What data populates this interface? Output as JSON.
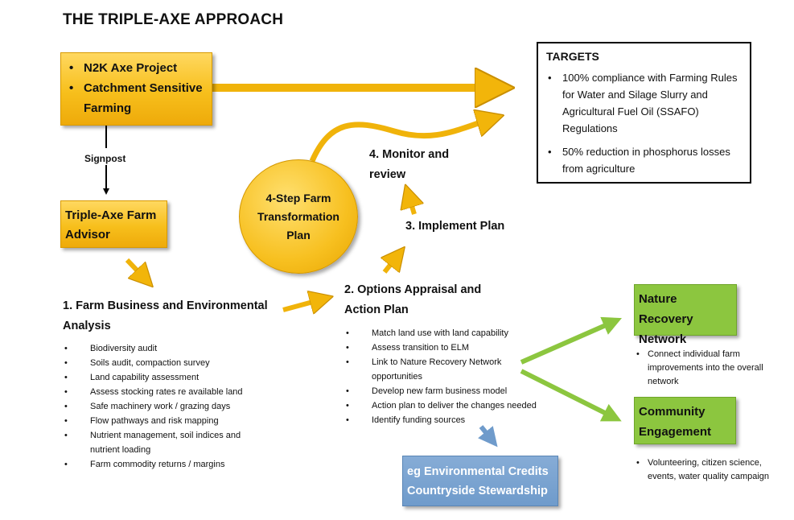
{
  "title": "THE TRIPLE-AXE APPROACH",
  "n2k": {
    "items": [
      "N2K Axe Project",
      "Catchment Sensitive Farming"
    ]
  },
  "signpost": "Signpost",
  "advisor": "Triple-Axe Farm Advisor",
  "targets": {
    "title": "TARGETS",
    "items": [
      "100% compliance with Farming Rules for Water and Silage Slurry and Agricultural Fuel Oil (SSAFO) Regulations",
      "50% reduction in phosphorus losses from agriculture"
    ]
  },
  "circle": "4-Step Farm Transformation Plan",
  "step1": {
    "title": "1. Farm Business and Environmental Analysis",
    "items": [
      "Biodiversity audit",
      "Soils audit, compaction survey",
      "Land capability assessment",
      "Assess stocking rates re available land",
      "Safe machinery work / grazing days",
      "Flow pathways and risk mapping",
      "Nutrient management, soil indices and nutrient loading",
      "Farm commodity returns / margins"
    ]
  },
  "step2": {
    "title": "2. Options Appraisal and Action Plan",
    "items": [
      "Match land use with land capability",
      "Assess transition to ELM",
      "Link to Nature Recovery Network opportunities",
      "Develop new farm business model",
      "Action plan to deliver the changes needed",
      "Identify funding sources"
    ]
  },
  "step3": "3. Implement Plan",
  "step4": "4. Monitor and review",
  "nature": {
    "title": "Nature Recovery Network",
    "items": [
      "Connect individual farm improvements into the overall network"
    ]
  },
  "community": {
    "title": "Community Engagement",
    "items": [
      "Volunteering, citizen science, events, water quality campaign"
    ]
  },
  "funding": "eg Environmental Credits Countryside Stewardship",
  "colors": {
    "gold": "#f7bf1c",
    "green": "#8cc63f",
    "blue": "#6f9bcb"
  }
}
